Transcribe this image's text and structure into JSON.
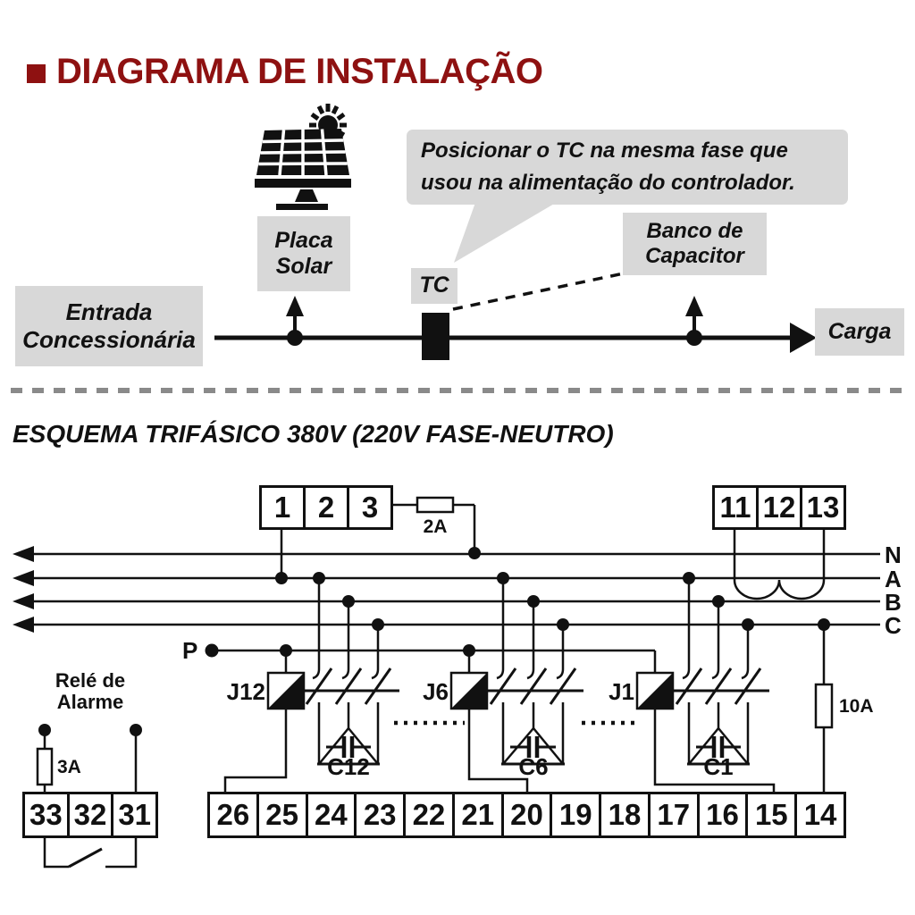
{
  "title": "DIAGRAMA DE INSTALAÇÃO",
  "top_diagram": {
    "entrada_line1": "Entrada",
    "entrada_line2": "Concessionária",
    "placa_line1": "Placa",
    "placa_line2": "Solar",
    "tc": "TC",
    "callout_line1": "Posicionar o TC na mesma fase que",
    "callout_line2": "usou na alimentação do controlador.",
    "banco_line1": "Banco de",
    "banco_line2": "Capacitor",
    "carga": "Carga"
  },
  "schematic": {
    "heading": "ESQUEMA TRIFÁSICO 380V (220V FASE-NEUTRO)",
    "bus_labels": [
      "N",
      "A",
      "B",
      "C"
    ],
    "p_label": "P",
    "fuse_top": "2A",
    "fuse_alarm": "3A",
    "fuse_right": "10A",
    "contactor_labels": [
      "J12",
      "J6",
      "J1"
    ],
    "capacitor_labels": [
      "C12",
      "C6",
      "C1"
    ],
    "alarm_line1": "Relé de",
    "alarm_line2": "Alarme",
    "terminals_top_left": [
      "1",
      "2",
      "3"
    ],
    "terminals_top_right": [
      "11",
      "12",
      "13"
    ],
    "terminals_bottom": [
      "26",
      "25",
      "24",
      "23",
      "22",
      "21",
      "20",
      "19",
      "18",
      "17",
      "16",
      "15",
      "14"
    ],
    "terminals_alarm": [
      "33",
      "32",
      "31"
    ]
  },
  "colors": {
    "accent": "#8E1111",
    "label_bg": "#D8D8D8",
    "line": "#111111"
  }
}
